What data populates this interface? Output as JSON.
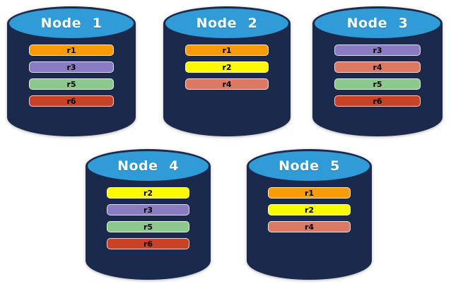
{
  "diagram": {
    "colors": {
      "background": "#FFFFFF",
      "cylinder_body": "#1B2A4C",
      "cylinder_top": "#2F9CD8",
      "node_title_text": "#FFFFFF",
      "replica_label_text": "#000000"
    },
    "replica_palette": {
      "r1": "#F99B05",
      "r2": "#FBFB00",
      "r3": "#8A7CC2",
      "r4": "#DC7965",
      "r5": "#8CC88C",
      "r6": "#C84227"
    }
  },
  "nodes": [
    {
      "label": "Node 1",
      "replicas": [
        {
          "label": "r1",
          "color": "#F99B05"
        },
        {
          "label": "r3",
          "color": "#8A7CC2"
        },
        {
          "label": "r5",
          "color": "#8CC88C"
        },
        {
          "label": "r6",
          "color": "#C84227"
        }
      ]
    },
    {
      "label": "Node 2",
      "replicas": [
        {
          "label": "r1",
          "color": "#F99B05"
        },
        {
          "label": "r2",
          "color": "#FBFB00"
        },
        {
          "label": "r4",
          "color": "#DC7965"
        }
      ]
    },
    {
      "label": "Node 3",
      "replicas": [
        {
          "label": "r3",
          "color": "#8A7CC2"
        },
        {
          "label": "r4",
          "color": "#DC7965"
        },
        {
          "label": "r5",
          "color": "#8CC88C"
        },
        {
          "label": "r6",
          "color": "#C84227"
        }
      ]
    },
    {
      "label": "Node 4",
      "replicas": [
        {
          "label": "r2",
          "color": "#FBFB00"
        },
        {
          "label": "r3",
          "color": "#8A7CC2"
        },
        {
          "label": "r5",
          "color": "#8CC88C"
        },
        {
          "label": "r6",
          "color": "#C84227"
        }
      ]
    },
    {
      "label": "Node 5",
      "replicas": [
        {
          "label": "r1",
          "color": "#F99B05"
        },
        {
          "label": "r2",
          "color": "#FBFB00"
        },
        {
          "label": "r4",
          "color": "#DC7965"
        }
      ]
    }
  ]
}
